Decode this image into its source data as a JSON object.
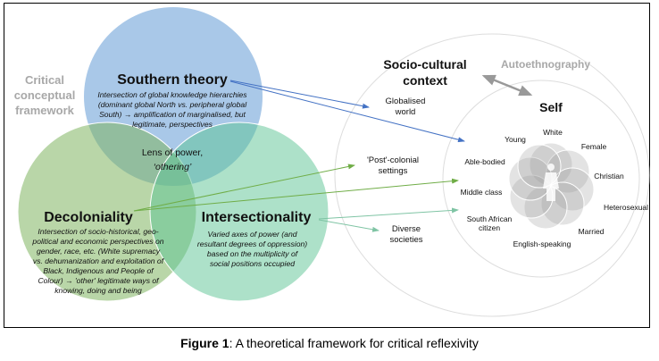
{
  "framework_label": "Critical conceptual framework",
  "southern": {
    "title": "Southern theory",
    "desc": "Intersection of global knowledge hierarchies (dominant global North vs. peripheral global South) → amplification of marginalised, but legitimate, perspectives",
    "color": "#a9c8e8"
  },
  "decoloniality": {
    "title": "Decoloniality",
    "desc": "Intersection of socio-historical, geo-political and economic perspectives on gender, race, etc. (White supremacy vs. dehumanization and exploitation of Black, Indigenous and People of Colour) → 'other' legitimate ways of knowing, doing and being",
    "color": "#b4d49c"
  },
  "intersectionality": {
    "title": "Intersectionality",
    "desc": "Varied axes of power (and resultant degrees of oppression) based on the multiplicity of social positions occupied",
    "color": "#a6e0c6"
  },
  "center": {
    "line1": "Lens of power,",
    "line2": "‘othering’"
  },
  "context": {
    "title": "Socio-cultural context",
    "items": [
      "Globalised world",
      "'Post'-colonial settings",
      "Diverse societies"
    ]
  },
  "autoethnography": "Autoethnography",
  "self": {
    "title": "Self",
    "identities": [
      "Young",
      "White",
      "Female",
      "Able-bodied",
      "Christian",
      "Middle class",
      "Heterosexual",
      "South African citizen",
      "Married",
      "English-speaking"
    ]
  },
  "caption": {
    "label": "Figure 1",
    "text": ": A theoretical framework for critical reflexivity"
  },
  "arrow_colors": {
    "southern": "#4472c4",
    "decoloniality": "#70ad47",
    "intersectionality": "#7fc4a4",
    "autoethnography": "#999999"
  }
}
